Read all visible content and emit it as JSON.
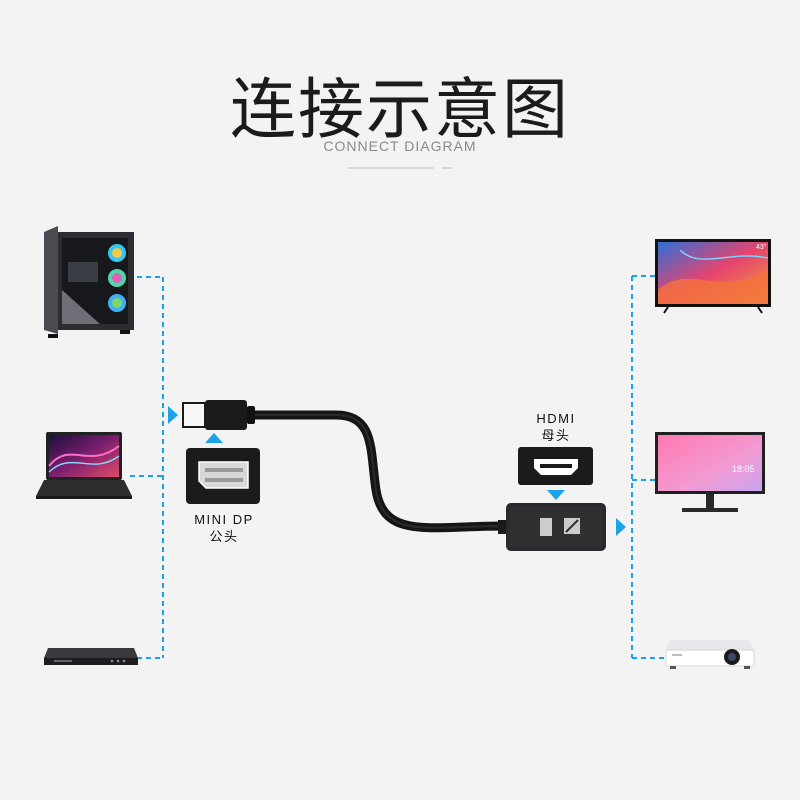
{
  "header": {
    "title": "连接示意图",
    "subtitle": "CONNECT   DIAGRAM"
  },
  "connector_labels": {
    "mini_dp": [
      "MINI DP",
      "公头"
    ],
    "hdmi": [
      "HDMI",
      "母头"
    ]
  },
  "sources": [
    "desktop-pc-icon",
    "laptop-icon",
    "set-top-box-icon"
  ],
  "displays": [
    "tv-icon",
    "monitor-icon",
    "projector-icon"
  ],
  "tv_badge": "43\"",
  "monitor_clock": "18:05",
  "colors": {
    "accent": "#1aa3e8",
    "cable": "#151515",
    "adapter": "#2b2b2b",
    "background": "#f3f3f3"
  }
}
